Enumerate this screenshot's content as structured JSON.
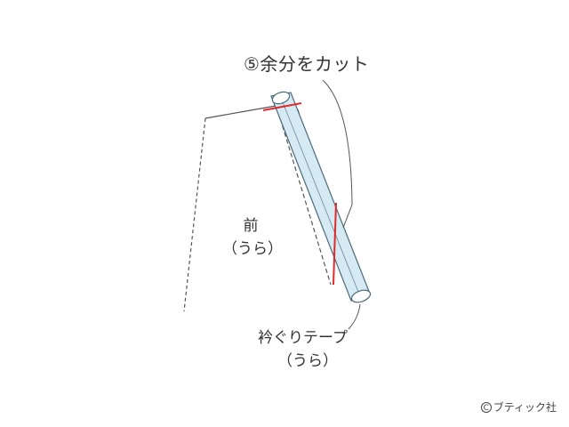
{
  "labels": {
    "step_instruction": "⑤余分をカット",
    "front_piece": "前",
    "front_piece_side": "（うら）",
    "neckline_tape": "衿ぐりテープ",
    "neckline_tape_side": "（うら）"
  },
  "credit": {
    "mark": "C",
    "text": "ブティック社"
  },
  "colors": {
    "outline": "#555555",
    "tape_fill": "#d6eaf4",
    "tape_stroke": "#4a6a7c",
    "cut_line": "#e02a2a",
    "text": "#333333"
  }
}
